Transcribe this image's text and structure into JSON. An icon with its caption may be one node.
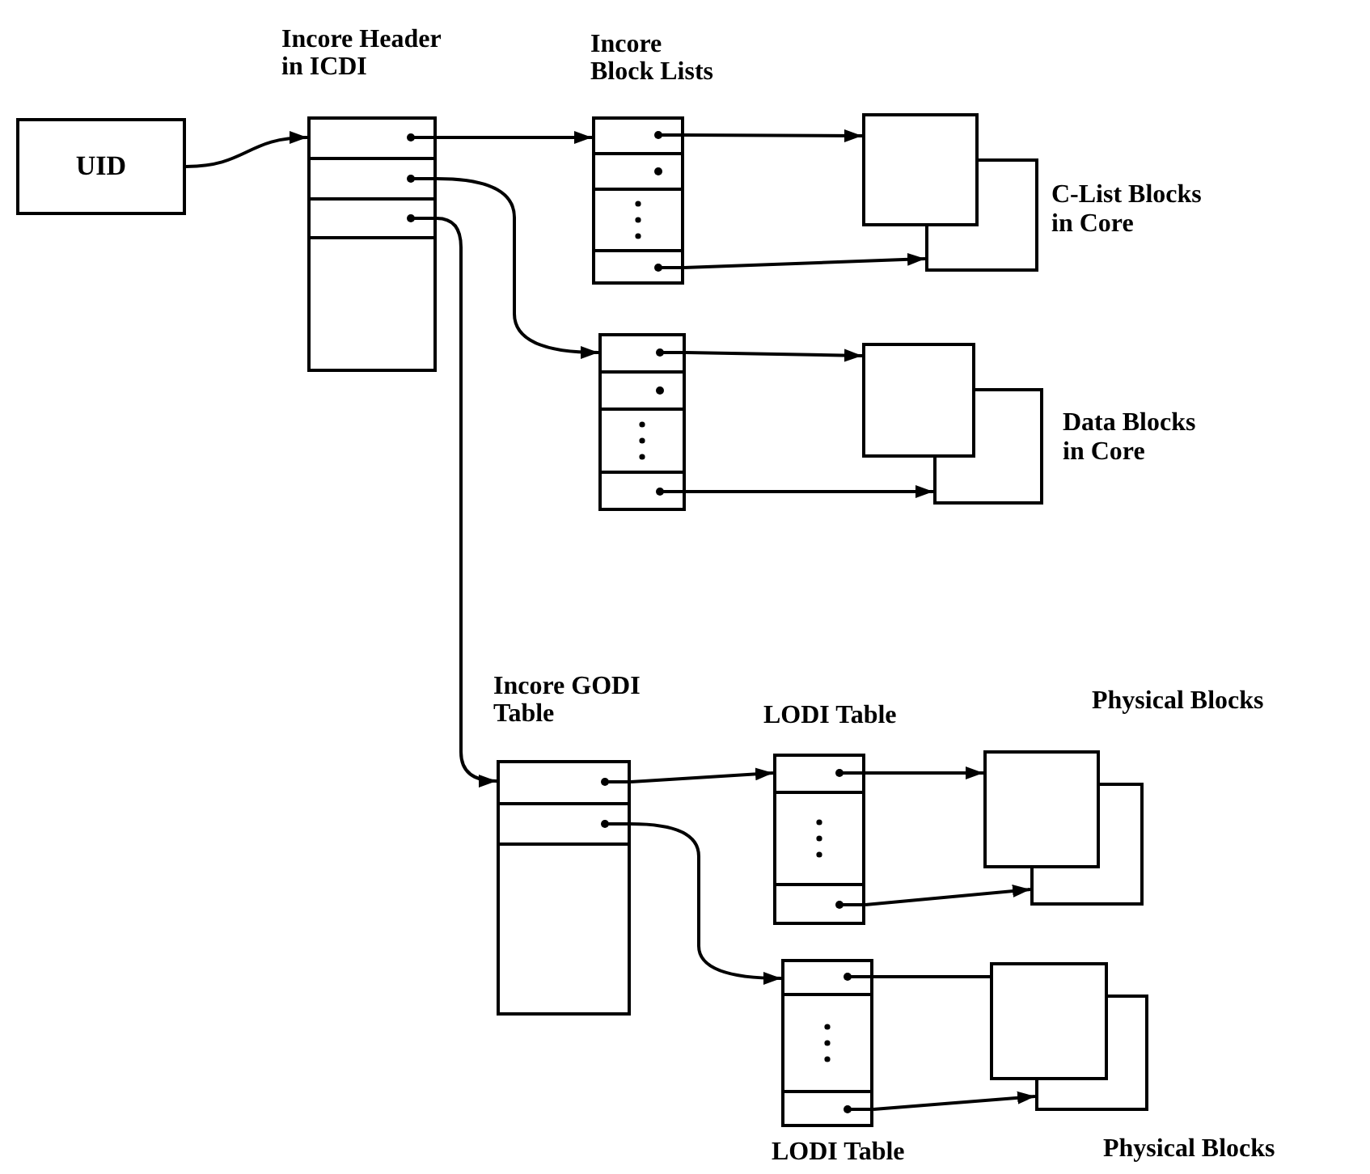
{
  "diagram": {
    "nodes": [
      {
        "text": [
          "UID"
        ]
      },
      {
        "text": [
          "Incore Header in ICDI"
        ]
      },
      {
        "text": [
          "Incore Block Lists"
        ]
      },
      {
        "text": [],
        "shape": "box"
      },
      {
        "text": [],
        "shape": "box",
        "beside": [
          "C-List Blocks in Core"
        ]
      },
      {
        "text": [],
        "shape": "box"
      },
      {
        "text": [],
        "shape": "box"
      },
      {
        "text": [],
        "shape": "box",
        "beside": [
          "Data Blocks in Core"
        ]
      },
      {
        "text": [
          "Incore GODI Table"
        ]
      },
      {
        "text": [
          "LODI Table"
        ]
      },
      {
        "text": [],
        "shape": "box",
        "beside": [
          "Physical Blocks"
        ]
      },
      {
        "text": [],
        "shape": "box"
      },
      {
        "text": [
          "LODI Table"
        ]
      },
      {
        "text": [],
        "shape": "box"
      },
      {
        "text": [],
        "shape": "box",
        "beside": [
          "Physical Blocks"
        ]
      }
    ],
    "edges": [
      {
        "from": 0,
        "to": 1,
        "arrow": "to"
      },
      {
        "from": 1,
        "to": 2,
        "arrow": "to"
      },
      {
        "from": 1,
        "to": 5,
        "arrow": "to"
      },
      {
        "from": 1,
        "to": 8,
        "arrow": "to"
      },
      {
        "from": 2,
        "to": 3,
        "arrow": "to"
      },
      {
        "from": 2,
        "to": 4,
        "arrow": "to"
      },
      {
        "from": 5,
        "to": 6,
        "arrow": "to"
      },
      {
        "from": 5,
        "to": 7,
        "arrow": "to"
      },
      {
        "from": 8,
        "to": 9,
        "arrow": "to"
      },
      {
        "from": 8,
        "to": 12,
        "arrow": "to"
      },
      {
        "from": 9,
        "to": 10,
        "arrow": "to"
      },
      {
        "from": 9,
        "to": 11,
        "arrow": "to"
      },
      {
        "from": 12,
        "to": 13,
        "arrow": "none"
      },
      {
        "from": 12,
        "to": 14,
        "arrow": "to"
      }
    ]
  }
}
